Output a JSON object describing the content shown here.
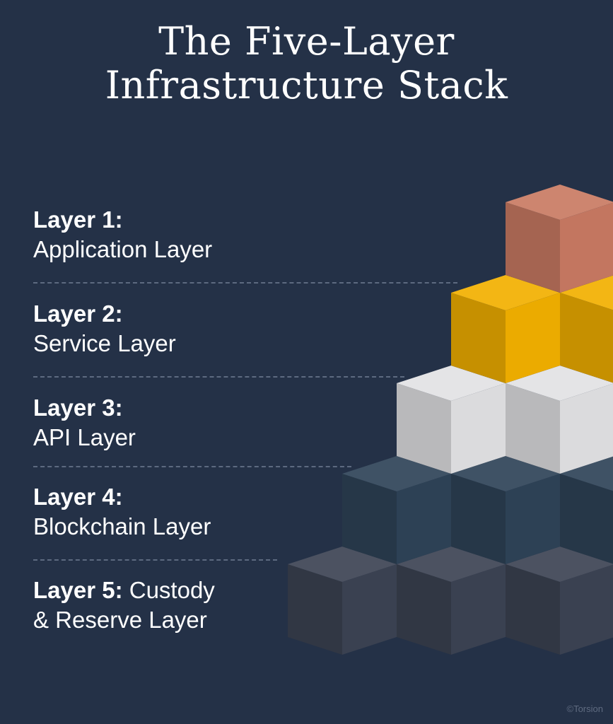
{
  "title": {
    "line1": "The Five-Layer",
    "line2": "Infrastructure Stack"
  },
  "layers": [
    {
      "label": "Layer 1:",
      "name": "Application Layer",
      "color": "#c97a63"
    },
    {
      "label": "Layer 2:",
      "name": "Service Layer",
      "color": "#f2b000"
    },
    {
      "label": "Layer 3:",
      "name": "API Layer",
      "color": "#e2e2e4"
    },
    {
      "label": "Layer 4:",
      "name": "Blockchain Layer",
      "color": "#2e4358"
    },
    {
      "label": "Layer 5:",
      "name_line1": "Custody",
      "name_line2": "& Reserve Layer",
      "color": "#3c4353"
    }
  ],
  "credit": "©Torsion"
}
